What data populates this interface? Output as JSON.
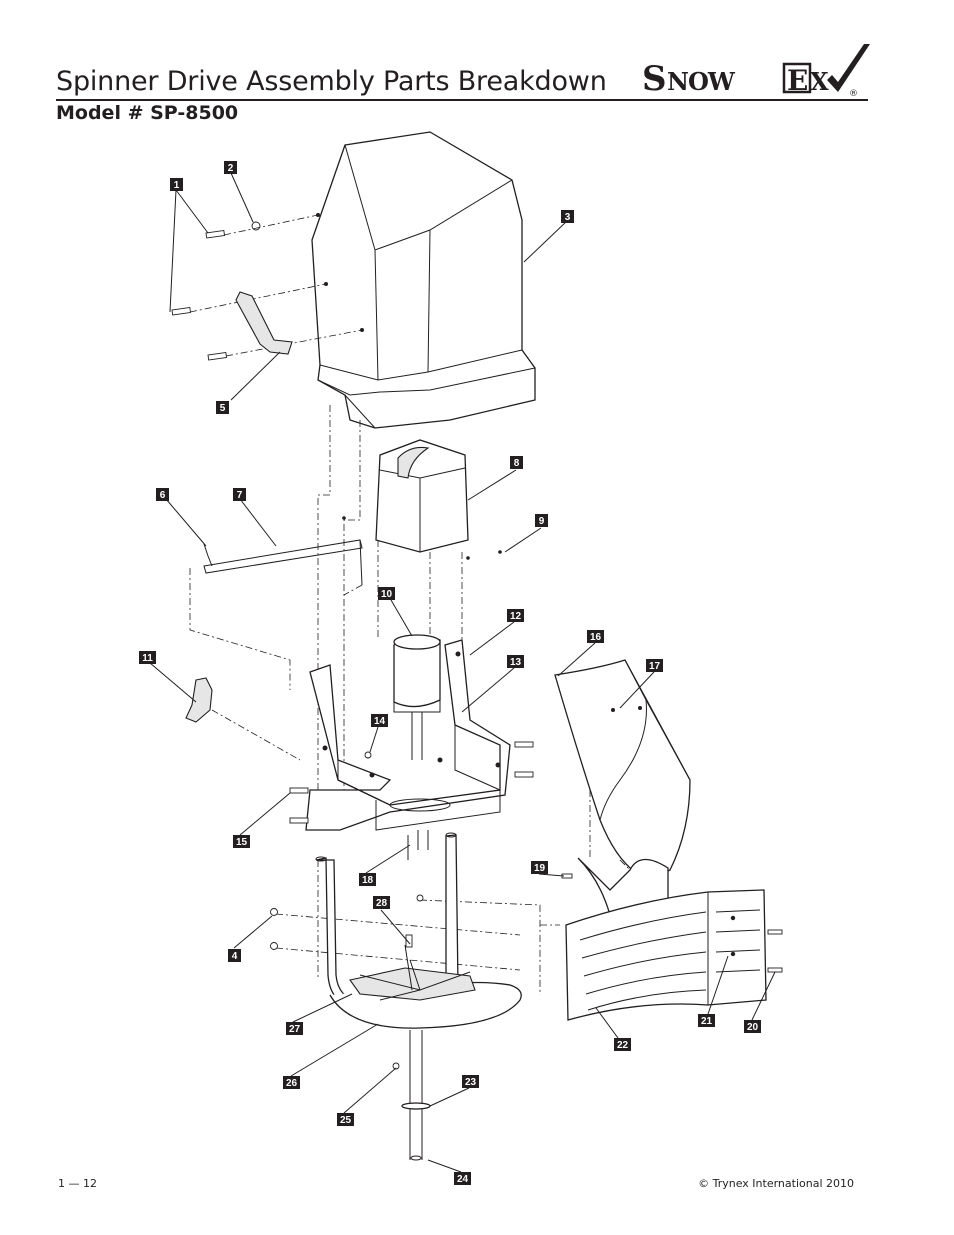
{
  "header": {
    "title": "Spinner Drive Assembly Parts Breakdown",
    "subtitle": "Model # SP-8500",
    "logo_text": "SNOWEX",
    "logo_mark": "®"
  },
  "callouts": [
    "1",
    "2",
    "3",
    "4",
    "5",
    "6",
    "7",
    "8",
    "9",
    "10",
    "11",
    "12",
    "13",
    "14",
    "15",
    "16",
    "17",
    "18",
    "19",
    "20",
    "21",
    "22",
    "23",
    "24",
    "25",
    "26",
    "27",
    "28"
  ],
  "footer": {
    "page_number": "1 — 12",
    "copyright": "© Trynex International 2010"
  },
  "colors": {
    "ink": "#231f20",
    "shade": "#e6e6e6",
    "background": "#ffffff"
  }
}
